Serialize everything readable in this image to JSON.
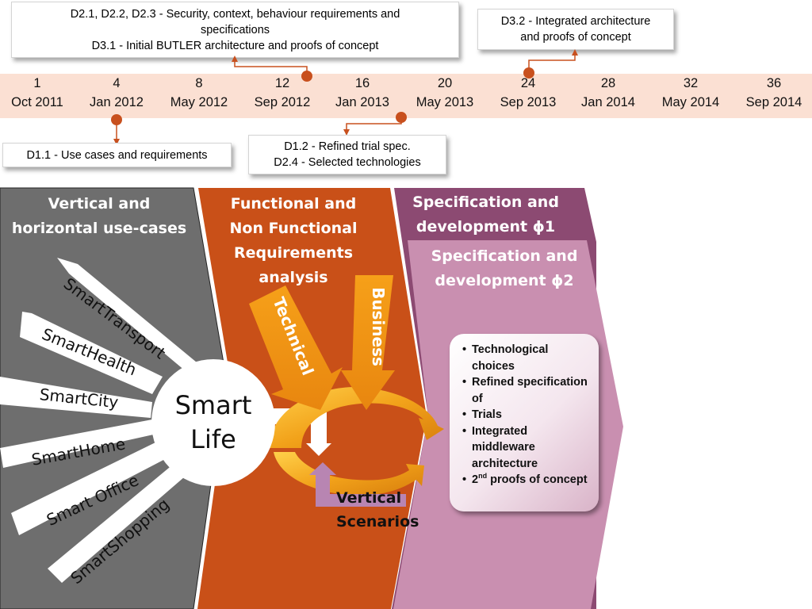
{
  "callouts": {
    "top_left": {
      "line1": "D2.1, D2.2, D2.3 - Security, context, behaviour requirements and",
      "line2": "specifications",
      "line3": "D3.1 - Initial BUTLER architecture and proofs of concept"
    },
    "top_right": {
      "line1": "D3.2 - Integrated architecture",
      "line2": "and proofs of concept"
    },
    "bottom_left": {
      "line1": "D1.1 - Use cases and requirements"
    },
    "bottom_mid": {
      "line1": "D1.2 - Refined trial spec.",
      "line2": "D2.4 - Selected technologies"
    }
  },
  "timeline": [
    {
      "month": "1",
      "date": "Oct 2011"
    },
    {
      "month": "4",
      "date": "Jan 2012"
    },
    {
      "month": "8",
      "date": "May 2012"
    },
    {
      "month": "12",
      "date": "Sep 2012"
    },
    {
      "month": "16",
      "date": "Jan 2013"
    },
    {
      "month": "20",
      "date": "May 2013"
    },
    {
      "month": "24",
      "date": "Sep 2013"
    },
    {
      "month": "28",
      "date": "Jan 2014"
    },
    {
      "month": "32",
      "date": "May 2014"
    },
    {
      "month": "36",
      "date": "Sep 2014"
    }
  ],
  "panels": {
    "usecases": {
      "line1": "Vertical and",
      "line2": "horizontal use-cases"
    },
    "requirements": {
      "line1": "Functional and",
      "line2": "Non Functional",
      "line3": "Requirements",
      "line4": "analysis"
    },
    "spec1": {
      "line1": "Specification and",
      "line2": "development ϕ1"
    },
    "spec2": {
      "line1": "Specification and",
      "line2": "development ϕ2"
    }
  },
  "spokes": [
    "SmartTransport",
    "SmartHealth",
    "SmartCity",
    "SmartHome",
    "Smart Office",
    "SmartShopping"
  ],
  "center": {
    "line1": "Smart",
    "line2": "Life"
  },
  "arrows": {
    "technical": "Technical",
    "business": "Business"
  },
  "vertical_scenarios": {
    "line1": "Vertical",
    "line2": "Scenarios"
  },
  "tech_box": {
    "item1": "Technological choices",
    "item2": "Refined specification of",
    "item3": "Trials",
    "item4": "Integrated middleware architecture",
    "item5_pre": "2",
    "item5_sup": "nd",
    "item5_post": " proofs of concept"
  },
  "colors": {
    "timeline_band": "#fbe0d3",
    "marker": "#c8501e",
    "gray_panel": "#6e6e6e",
    "orange_panel": "#c95018",
    "purple_dark": "#8c4a72",
    "purple_light": "#c98fb0"
  }
}
